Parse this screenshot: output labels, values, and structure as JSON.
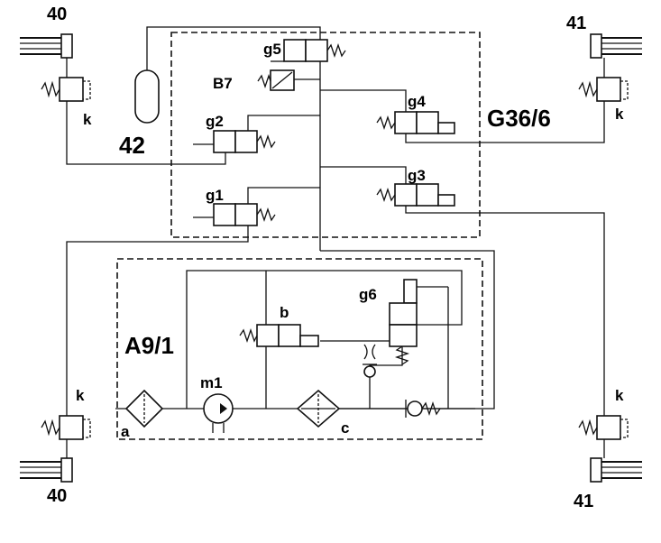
{
  "labels": {
    "cyl_tl": "40",
    "cyl_bl": "40",
    "cyl_tr": "41",
    "cyl_br": "41",
    "accumulator": "42",
    "unit_upper": "G36/6",
    "unit_lower": "A9/1",
    "valve_g1": "g1",
    "valve_g2": "g2",
    "valve_g3": "g3",
    "valve_g4": "g4",
    "valve_g5": "g5",
    "valve_g6": "g6",
    "sensor_b7": "B7",
    "valve_b": "b",
    "pump_m1": "m1",
    "port_a": "a",
    "port_c": "c",
    "k_tl": "k",
    "k_tr": "k",
    "k_bl": "k",
    "k_br": "k"
  }
}
